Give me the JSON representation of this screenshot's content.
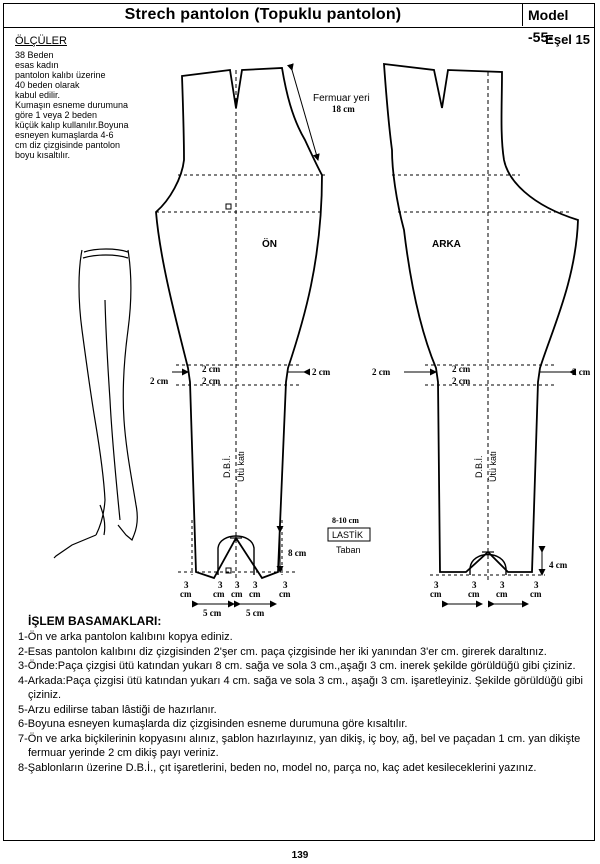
{
  "header": {
    "title": "Strech pantolon (Topuklu pantolon)",
    "model": "Model -55-",
    "esel": "Eşel 15"
  },
  "measurements": {
    "heading": "ÖLÇÜLER",
    "lines": [
      "38 Beden",
      "esas kadın",
      "pantolon kalıbı üzerine",
      "40 beden olarak",
      "kabul edilir.",
      "Kumaşın esneme durumuna",
      "göre 1 veya 2 beden",
      "küçük kalıp kullanılır.Boyuna",
      "esneyen kumaşlarda 4-6",
      "cm diz çizgisinde pantolon",
      "boyu kısaltılır."
    ]
  },
  "diagram": {
    "zipper_label": "Fermuar yeri",
    "zipper_value": "18 cm",
    "front_label": "ÖN",
    "back_label": "ARKA",
    "two_cm": "2 cm",
    "three_cm": "3",
    "cm": "cm",
    "five_cm": "5 cm",
    "eight_cm": "8 cm",
    "four_cm": "4 cm",
    "dbi": "D.B.İ.",
    "utu_kati": "Ütü katı",
    "strap_size": "8-10 cm",
    "lastik": "LASTİK",
    "taban": "Taban"
  },
  "steps": {
    "heading": "İŞLEM BASAMAKLARI:",
    "items": [
      "1-Ön ve arka pantolon kalıbını kopya ediniz.",
      "2-Esas pantolon kalıbını diz çizgisinden 2'şer cm. paça çizgisinde her iki yanından 3'er cm. girerek daraltınız.",
      "3-Önde:Paça çizgisi ütü katından yukarı 8 cm. sağa ve sola 3 cm.,aşağı 3 cm. inerek şekilde görüldüğü gibi çiziniz.",
      "4-Arkada:Paça çizgisi ütü katından yukarı 4 cm. sağa ve sola 3 cm., aşağı 3 cm. işaretleyiniz. Şekilde görüldüğü gibi çiziniz.",
      "5-Arzu edilirse taban lâstiği de hazırlanır.",
      "6-Boyuna esneyen kumaşlarda diz çizgisinden esneme durumuna göre kısaltılır.",
      "7-Ön ve arka biçkilerinin kopyasını alınız, şablon hazırlayınız, yan dikiş, iç boy, ağ, bel ve paçadan 1 cm. yan dikişte fermuar yerinde 2 cm dikiş payı veriniz.",
      "8-Şablonların üzerine D.B.İ., çıt işaretlerini, beden no, model no, parça no, kaç adet kesileceklerini yazınız."
    ]
  },
  "footer": {
    "page_number": "139"
  }
}
